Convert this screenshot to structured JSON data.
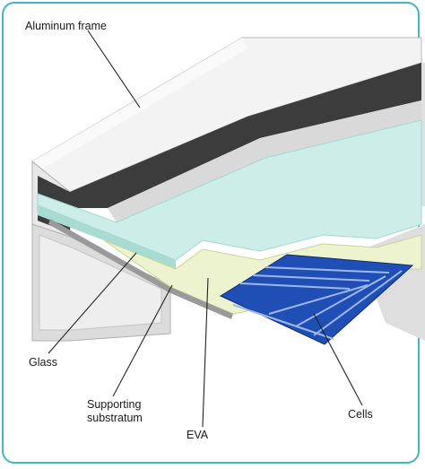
{
  "labels": {
    "aluminum_frame": "Aluminum frame",
    "glass": "Glass",
    "supporting_line1": "Supporting",
    "supporting_line2": "substratum",
    "eva": "EVA",
    "cells": "Cells"
  },
  "colors": {
    "border": "#3fb7c4",
    "frame_light": "#f2f2f2",
    "frame_shadow": "#cfcfcf",
    "frame_dark": "#3b3b3b",
    "glass": "#cdeee8",
    "glass_edge": "#9fd9d0",
    "eva": "#eef3cf",
    "cell_blue": "#1f4fb5",
    "cell_line": "#9fb7ef",
    "leader": "#222222"
  }
}
